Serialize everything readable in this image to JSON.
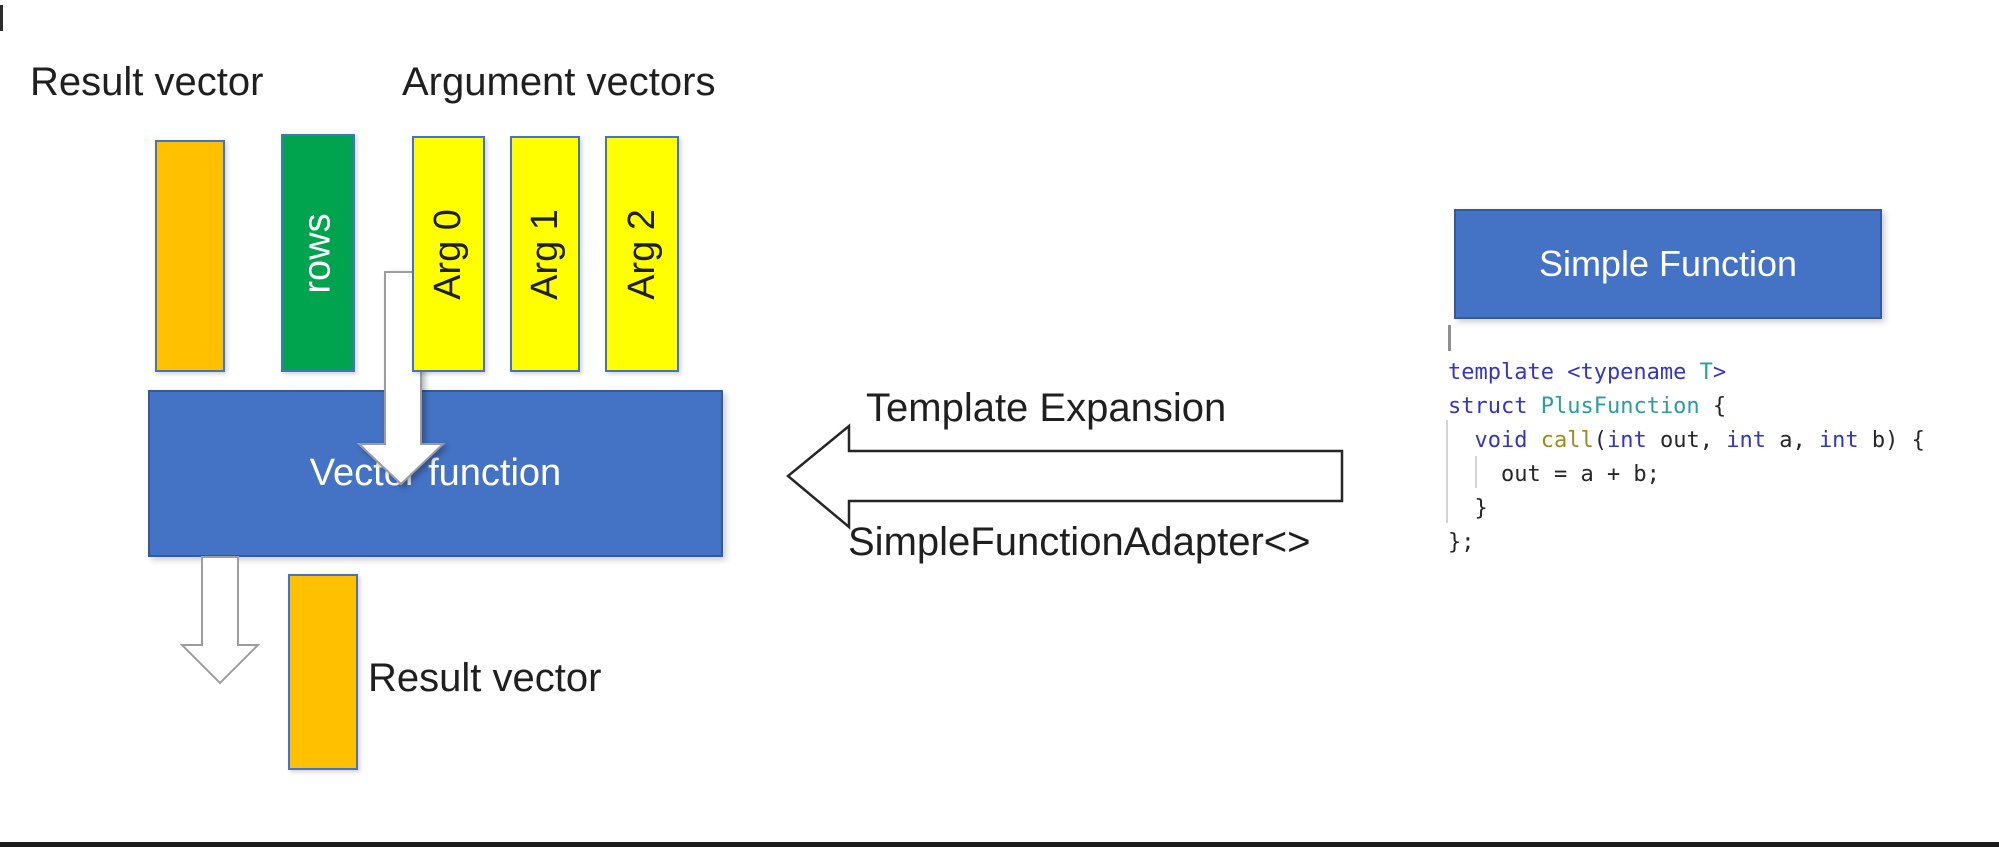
{
  "top_section": {
    "result_vector_label": "Result vector",
    "argument_vectors_label": "Argument vectors",
    "bars": [
      {
        "name": "result-vector-bar",
        "label": "",
        "color": "#ffc000"
      },
      {
        "name": "rows-bar",
        "label": "rows",
        "color": "#00a44f",
        "text_color": "#ffffff"
      },
      {
        "name": "arg0-bar",
        "label": "Arg 0",
        "color": "#ffff00",
        "text_color": "#000000"
      },
      {
        "name": "arg1-bar",
        "label": "Arg 1",
        "color": "#ffff00",
        "text_color": "#000000"
      },
      {
        "name": "arg2-bar",
        "label": "Arg 2",
        "color": "#ffff00",
        "text_color": "#000000"
      }
    ]
  },
  "vector_function_box": {
    "label": "Vector function",
    "color": "#4472c4"
  },
  "bottom_section": {
    "result_vector_label": "Result vector",
    "bar_color": "#ffc000"
  },
  "expansion_arrow": {
    "top_label": "Template Expansion",
    "bottom_label": "SimpleFunctionAdapter<>",
    "direction": "left"
  },
  "simple_function_box": {
    "label": "Simple Function",
    "color": "#4472c4"
  },
  "code_editor": {
    "language": "cpp",
    "colors": {
      "keyword": "#3434cc",
      "type": "#2a9da3",
      "function": "#a3891f",
      "default": "#262626"
    },
    "lines": [
      {
        "cursor": true,
        "tokens": []
      },
      {
        "tokens": [
          [
            "template <typename ",
            "kw"
          ],
          [
            "T",
            "type"
          ],
          [
            ">",
            "kw"
          ]
        ]
      },
      {
        "tokens": [
          [
            "struct",
            "kw"
          ],
          [
            " ",
            "plain"
          ],
          [
            "PlusFunction",
            "type"
          ],
          [
            " {",
            "plain"
          ]
        ]
      },
      {
        "tokens": [
          [
            "  ",
            "plain"
          ],
          [
            "void",
            "kw"
          ],
          [
            " ",
            "plain"
          ],
          [
            "call",
            "fn"
          ],
          [
            "(",
            "plain"
          ],
          [
            "int",
            "kw"
          ],
          [
            " out, ",
            "plain"
          ],
          [
            "int",
            "kw"
          ],
          [
            " a, ",
            "plain"
          ],
          [
            "int",
            "kw"
          ],
          [
            " b) {",
            "plain"
          ]
        ]
      },
      {
        "tokens": [
          [
            "    out = a + b;",
            "plain"
          ]
        ]
      },
      {
        "tokens": [
          [
            "  }",
            "plain"
          ]
        ]
      },
      {
        "tokens": [
          [
            "};",
            "plain"
          ]
        ]
      }
    ]
  }
}
